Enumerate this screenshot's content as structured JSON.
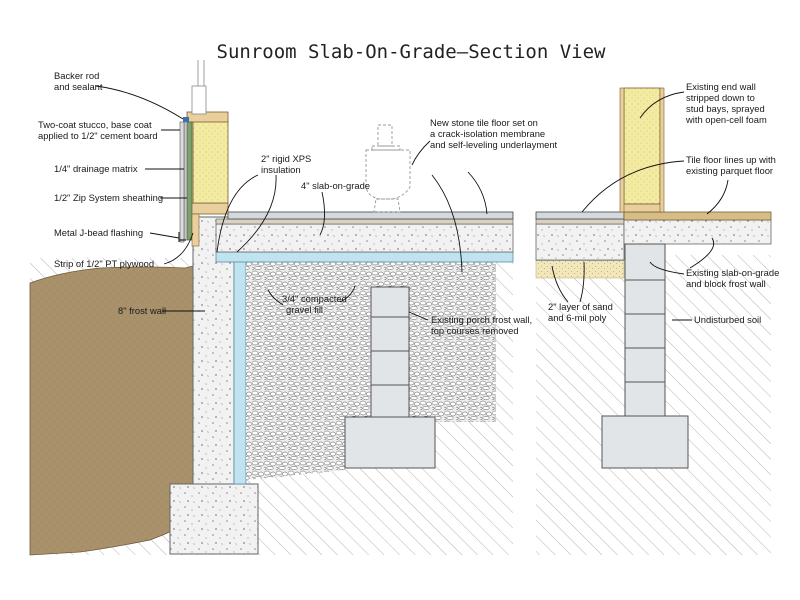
{
  "title": "Sunroom Slab-On-Grade—Section View",
  "labels": {
    "backer_rod": [
      "Backer rod",
      "and sealant"
    ],
    "stucco": [
      "Two-coat stucco, base coat",
      "applied to 1/2\" cement board"
    ],
    "drainage": [
      "1/4\" drainage matrix"
    ],
    "zip": [
      "1/2\" Zip System sheathing"
    ],
    "jbead": [
      "Metal J-bead flashing"
    ],
    "plywood": [
      "Strip of 1/2\" PT plywood"
    ],
    "frost_wall": [
      "8\" frost wall"
    ],
    "xps": [
      "2\" rigid XPS",
      "insulation"
    ],
    "slab": [
      "4\" slab-on-grade"
    ],
    "tile": [
      "New stone tile floor set on",
      "a crack-isolation membrane",
      "and self-leveling underlayment"
    ],
    "gravel": [
      "3/4\" compacted",
      "gravel fill"
    ],
    "porch_wall": [
      "Existing porch frost wall,",
      "top courses removed"
    ],
    "end_wall": [
      "Existing end wall",
      "stripped down to",
      "stud bays, sprayed",
      "with open-cell foam"
    ],
    "tile_lines": [
      "Tile floor lines up with",
      "existing parquet floor"
    ],
    "sand": [
      "2\" layer of sand",
      "and 6-mil poly"
    ],
    "existing_slab": [
      "Existing slab-on-grade",
      "and block frost wall"
    ],
    "soil": [
      "Undisturbed soil"
    ]
  },
  "colors": {
    "soil": "#a8916b",
    "insulation": "#f3eba2",
    "framing": "#e9cf9c",
    "concrete": "#f2f2f2",
    "block": "#e1e5e8",
    "xps": "#bfe3ef",
    "sand": "#f2e6bb",
    "gravel": "#e8e8e8",
    "hatch": "#b5b5b5"
  }
}
